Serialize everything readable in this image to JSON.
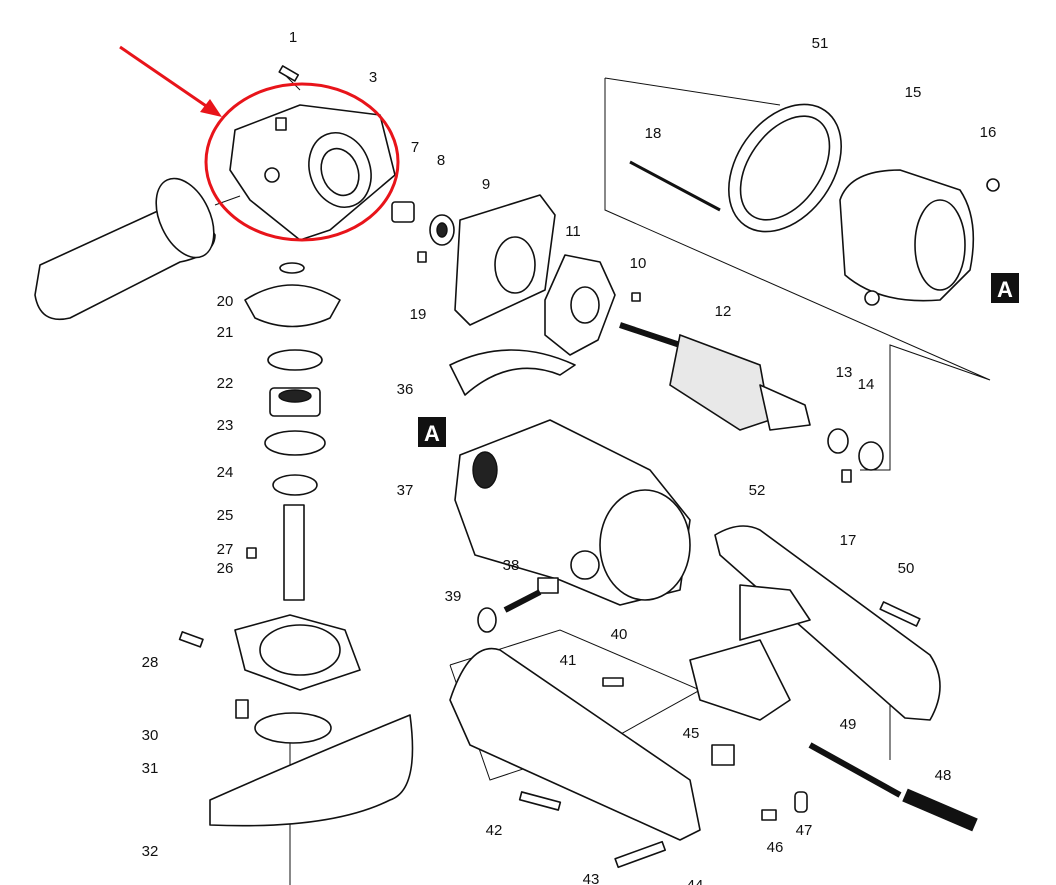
{
  "title": "Angle grinder exploded parts diagram",
  "highlight_color": "#e8141a",
  "ref_marker": "A",
  "parts": [
    "1",
    "3",
    "7",
    "8",
    "9",
    "10",
    "11",
    "12",
    "13",
    "14",
    "15",
    "16",
    "17",
    "18",
    "19",
    "20",
    "21",
    "22",
    "23",
    "24",
    "25",
    "26",
    "27",
    "28",
    "30",
    "31",
    "32",
    "36",
    "37",
    "38",
    "39",
    "40",
    "41",
    "42",
    "43",
    "44",
    "45",
    "46",
    "47",
    "48",
    "49",
    "50",
    "51",
    "52"
  ]
}
